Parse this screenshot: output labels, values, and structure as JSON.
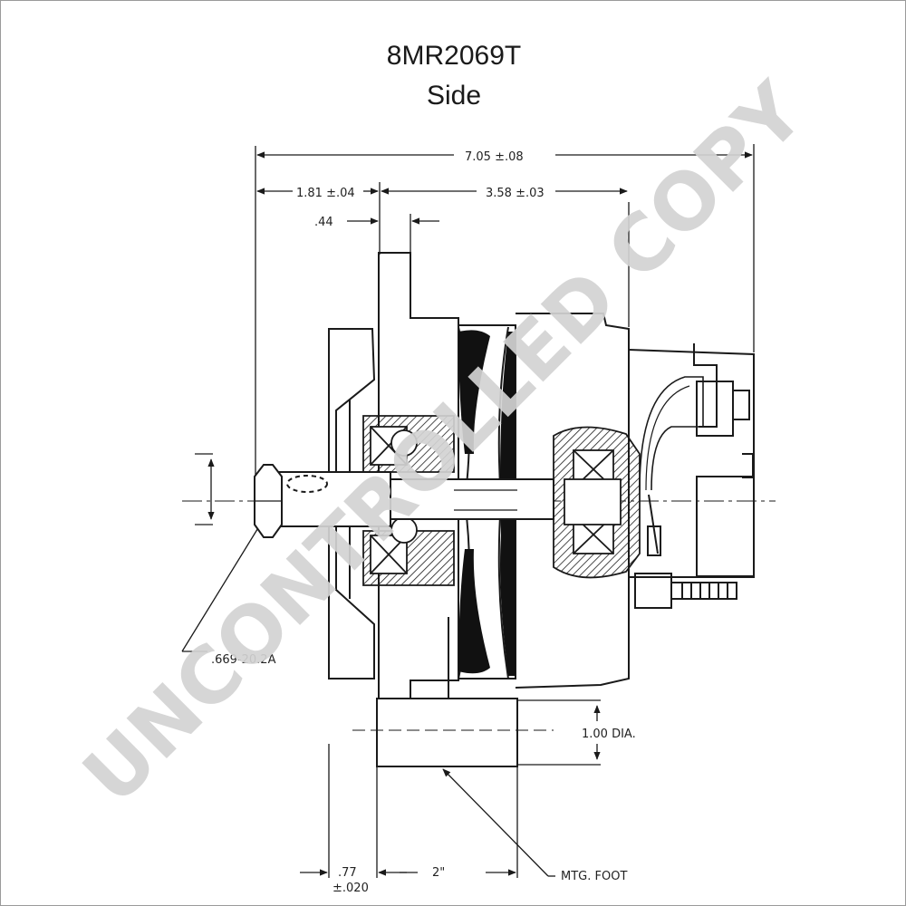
{
  "header": {
    "model_number": "8MR2069T",
    "view_name": "Side"
  },
  "dimensions": {
    "overall_length": "7.05 ±.08",
    "front_to_flange": "1.81 ±.04",
    "flange_to_rear": "3.58 ±.03",
    "flange_thickness": ".44",
    "shaft_thread": ".669-20.2A",
    "foot_diameter": "1.00 DIA.",
    "foot_offset": ".77",
    "foot_offset_tol": "±.020",
    "foot_width": "2\"",
    "mounting_foot_label": "MTG. FOOT"
  },
  "watermark": {
    "text": "UNCONTROLLED COPY",
    "color": "#d3d3d3"
  },
  "colors": {
    "ink": "#1a1a1a",
    "watermark": "#d3d3d3"
  }
}
